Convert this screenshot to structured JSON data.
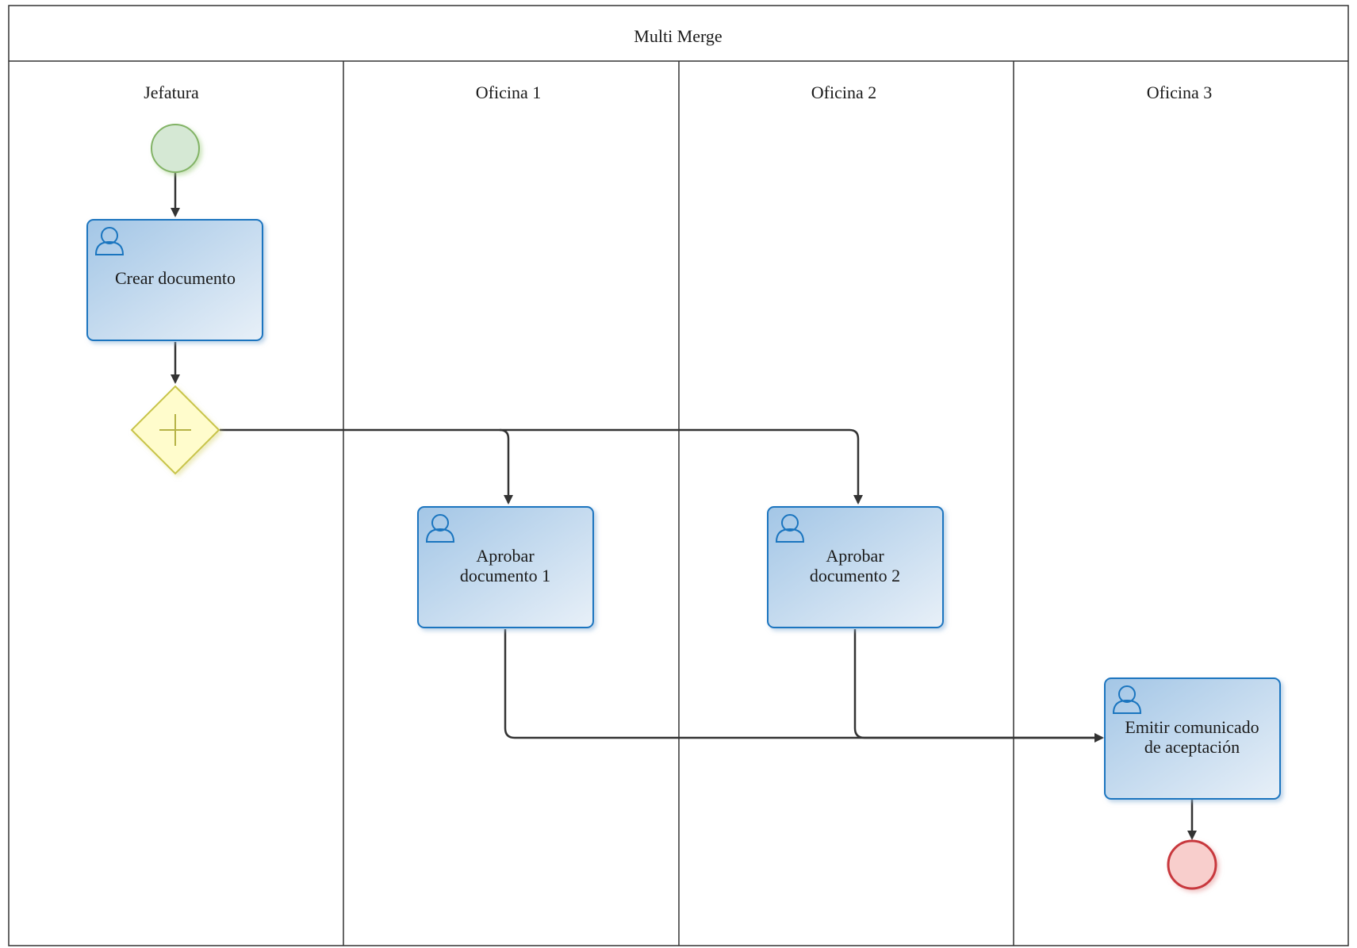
{
  "pool": {
    "title": "Multi Merge"
  },
  "lanes": [
    {
      "id": "jefatura",
      "label": "Jefatura"
    },
    {
      "id": "oficina1",
      "label": "Oficina 1"
    },
    {
      "id": "oficina2",
      "label": "Oficina 2"
    },
    {
      "id": "oficina3",
      "label": "Oficina 3"
    }
  ],
  "events": {
    "start": {
      "type": "start",
      "color": "#82b366",
      "fill": "#d5e8d4"
    },
    "end": {
      "type": "end",
      "color": "#b85450",
      "fill": "#f8cecc"
    }
  },
  "gateway": {
    "type": "parallel",
    "symbol": "+",
    "color": "#b6b346",
    "fill": "#fffccc"
  },
  "tasks": [
    {
      "id": "crear",
      "type": "user-task",
      "lines": [
        "Crear documento"
      ]
    },
    {
      "id": "aprobar1",
      "type": "user-task",
      "lines": [
        "Aprobar",
        "documento 1"
      ]
    },
    {
      "id": "aprobar2",
      "type": "user-task",
      "lines": [
        "Aprobar",
        "documento 2"
      ]
    },
    {
      "id": "emitir",
      "type": "user-task",
      "lines": [
        "Emitir comunicado",
        "de aceptación"
      ]
    }
  ],
  "colors": {
    "task_stroke": "#1a75bf",
    "task_fill_top": "#a9cbe8",
    "task_fill_bottom": "#e6eff8",
    "flow": "#333333"
  }
}
